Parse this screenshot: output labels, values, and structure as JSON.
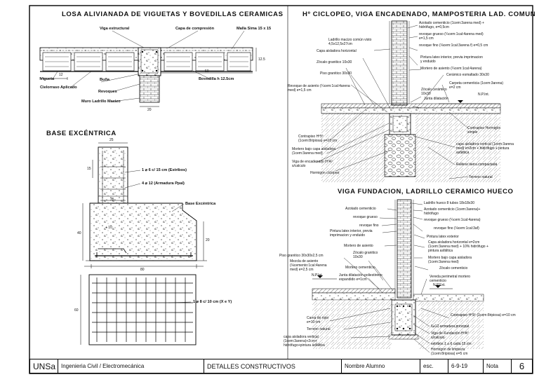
{
  "sheet": {
    "titles": {
      "losa": "LOSA ALIVIANADA DE VIGUETAS Y BOVEDILLAS CERAMICAS",
      "muro": "Hº CICLOPEO, VIGA ENCADENADO, MAMPOSTERIA LAD. COMUN",
      "base": "BASE EXCÉNTRICA",
      "viga": "VIGA FUNDACION, LADRILLO CERAMICO HUECO"
    },
    "losa": {
      "labels": [
        "Viga estructural",
        "Capa de compresión",
        "Malla Sima 15 x 15",
        "Vigueta",
        "Cielorraso Aplicado",
        "Buña",
        "Revoques",
        "Muro Ladrillo Macizo",
        "Bovedilla h 12.5cm"
      ],
      "dims": [
        "12",
        "50",
        "12.5",
        "20"
      ]
    },
    "muro": {
      "left_labels": [
        "Ladrillo macizo común visto 4,5x12,5x27cm",
        "Capa aisladora horizontal",
        "Zócalo granitico 10x30",
        "Piso granitico 30x30",
        "Revoque de asiento (¼cem:1cal:4arena med) e=1,5 cm",
        "Contrapiso Hº5º (1cem:8ripiosa) e=10 cm",
        "Mortero bajo capa aisladora (1cem:3arena med)",
        "Viga de encadenado HºAº s/calculo",
        "Hormigon ciclopeo"
      ],
      "right_labels": [
        "Azotado cementicio (1cem:3arena med) + hidrófugo, e=0,5cm",
        "revoque grueso (¼cem:1cal:4arena med) e=1,5 cm",
        "revoque fino (⅛cem:1cal:3arena f) e=0,5 cm",
        "Pintura latex interior, previa imprimacion y enduido",
        "Mortero de asiento (¼cem:1cal:4arena)",
        "Cerámico esmaltado 30x30",
        "Carpeta cementicia (1cem:3arena) e=2 cm",
        "N.P.Int.",
        "Zócalo cerámico 10x30",
        "Junta dilatación",
        "Contrapiso Hormigón simple",
        "capa aisladora vertical (1cem:3arena med) e=2cm + hidrófugo + pintura asfáltica",
        "Relleno tierra compactada",
        "Terreno natural"
      ]
    },
    "base": {
      "labels": [
        "1 ⌀ 6 c/ 15 cm (Estribos)",
        "4 ⌀ 12 (Armadura Ppal)",
        "Base Excéntrica",
        "1 ⌀ 8 c/ 10 cm (X e Y)"
      ],
      "dims": [
        "25",
        "15",
        "35",
        "+ 10",
        "40",
        "20",
        "80",
        "60"
      ]
    },
    "viga": {
      "left_labels": [
        "Azotado cementicio",
        "revoque grueso",
        "revoque fino",
        "Pintura latex interior, previa imprimacion y enduido",
        "Mortero de asiento",
        "Zócalo granitico 10x30",
        "Piso granitico 30x30x2,5 cm",
        "Mezcla de asiento (⅛cemento:1cal:4arena med) e=2,5 cm",
        "Mortero cementicio",
        "Junta dilatación poliestireno expandido e=1cm",
        "N.P.Int.",
        "Cama de ripio e=10 cm",
        "Terreno natural",
        "capa aisladora vertical (1cem:3arena)+2cm+ hidrófugo+pintura asfáltica"
      ],
      "right_labels": [
        "Ladrillo hueco 8 tubos 18x18x30",
        "Azotado cementicio (1cem:3arena)+ hidrófugo",
        "revoque grueso (¼cem:1cal:4arena)",
        "revoque fino (⅛cem:1cal:3af)",
        "Pintura latex exterior",
        "Capa aisladora horizontal e=2cm (1cem:3arena med) + 10% hidrófugo + pintura asfáltica",
        "Mortero bajo capa aisladora (1cem:3arena med)",
        "Zócalo cementicio",
        "Vereda perimetral mortero cementicio",
        "N.P.Ext.",
        "Contrapiso HºSº (1cem:8ripiosa) e=10 cm",
        "6⌀12 armadura principal",
        "Viga de Fundación HºAº s/calculo",
        "estribos 1 ⌀ 6 cada 15 cm",
        "Hormigon de limpieza (1cem:8ripiosa) e=5 cm"
      ]
    },
    "title_block": {
      "org": "UNSa",
      "career": "Ingenieria Civil / Electromecánica",
      "sheet_title": "DETALLES CONSTRUCTIVOS",
      "student": "Nombre Alumno",
      "scale": "esc.",
      "date": "6-9-19",
      "grade": "Nota",
      "number": "6"
    }
  }
}
